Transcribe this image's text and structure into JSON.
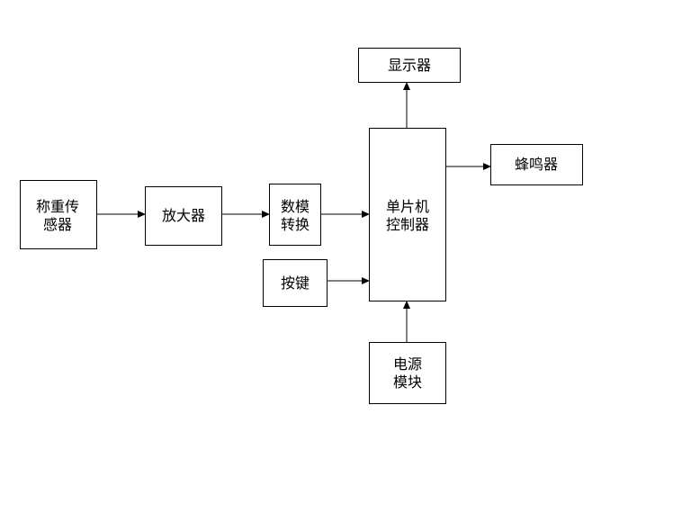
{
  "diagram": {
    "nodes": {
      "sensor": "称重传感器",
      "amplifier": "放大器",
      "adc": "数模转换",
      "keys": "按键",
      "mcu": "单片机控制器",
      "display": "显示器",
      "buzzer": "蜂鸣器",
      "power": "电源模块"
    },
    "edges": [
      {
        "from": "sensor",
        "to": "amplifier"
      },
      {
        "from": "amplifier",
        "to": "adc"
      },
      {
        "from": "adc",
        "to": "mcu"
      },
      {
        "from": "keys",
        "to": "mcu"
      },
      {
        "from": "mcu",
        "to": "display"
      },
      {
        "from": "mcu",
        "to": "buzzer"
      },
      {
        "from": "power",
        "to": "mcu"
      }
    ]
  }
}
